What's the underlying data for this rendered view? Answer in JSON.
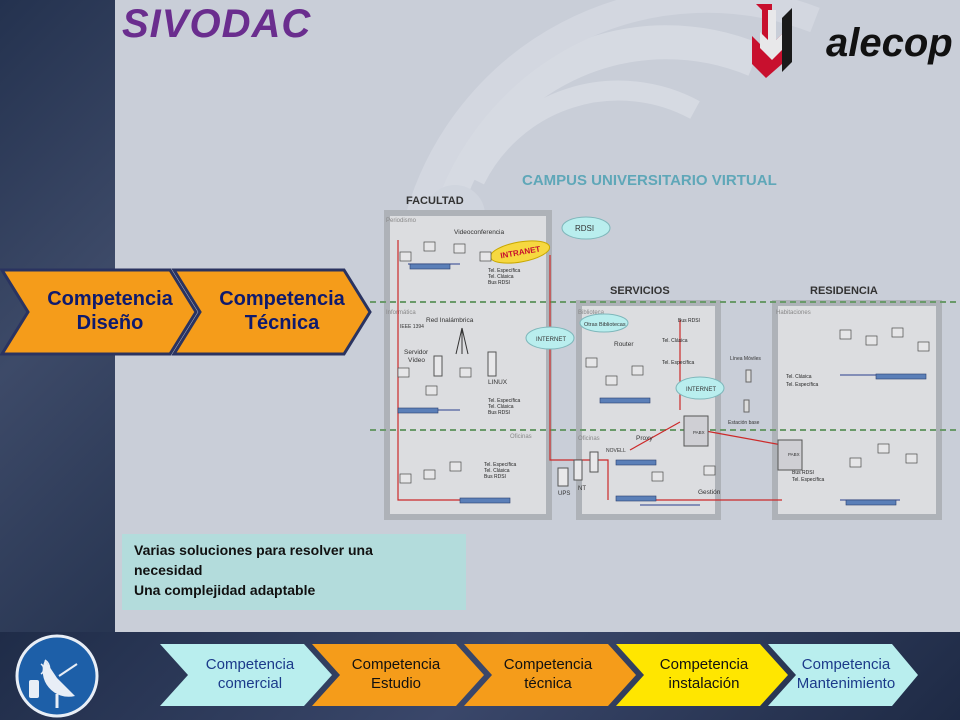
{
  "title": "SIVODAC",
  "logo": {
    "wordmark": "alecop"
  },
  "colors": {
    "purple": "#6a2d8e",
    "orange": "#f59c1a",
    "yellow": "#ffe600",
    "lightblue": "#b9eeee",
    "teal_note": "#b3dcdc"
  },
  "chevrons": [
    {
      "line1": "Competencia",
      "line2": "Diseño"
    },
    {
      "line1": "Competencia",
      "line2": "Técnica"
    }
  ],
  "note": {
    "line1": "Varias soluciones para resolver una",
    "line2": "necesidad",
    "line3": "Una complejidad adaptable"
  },
  "stages": [
    {
      "line1": "Competencia",
      "line2": "comercial"
    },
    {
      "line1": "Competencia",
      "line2": "Estudio"
    },
    {
      "line1": "Competencia",
      "line2": "técnica"
    },
    {
      "line1": "Competencia",
      "line2": "instalación"
    },
    {
      "line1": "Competencia",
      "line2": "Mantenimiento"
    }
  ],
  "diagram": {
    "title": "CAMPUS UNIVERSITARIO VIRTUAL",
    "sections": {
      "facultad": "FACULTAD",
      "servicios": "SERVICIOS",
      "residencia": "RESIDENCIA"
    },
    "zones": {
      "periodismo": "Periodismo",
      "informatica": "Informática",
      "oficinas_left": "Oficinas",
      "biblioteca": "Biblioteca",
      "oficinas_mid": "Oficinas",
      "habitaciones": "Habitaciones"
    },
    "clouds": {
      "rdsi": "RDSI",
      "intranet": "INTRANET",
      "internet1": "INTERNET",
      "internet2": "INTERNET",
      "otras_bibliotecas": "Otras Bibliotecas"
    },
    "labels": {
      "videoconferencia": "Videoconferencia",
      "red_inalambrica": "Red Inalámbrica",
      "ieee": "IEEE 1394",
      "servidor": "Servidor",
      "video": "Vídeo",
      "linux": "LINUX",
      "router": "Router",
      "proxy": "Proxy",
      "novell": "NOVELL",
      "nt": "NT",
      "ups": "UPS",
      "gestion": "Gestión",
      "pabx1": "PABX",
      "pabx2": "PABX",
      "lineas_moviles": "Línea Móviles",
      "estacion_base": "Estación base",
      "bus_rdsi": "Bus RDSI",
      "tel_clasica": "Tel. Clásica",
      "tel_especifica": "Tel. Específica"
    }
  }
}
